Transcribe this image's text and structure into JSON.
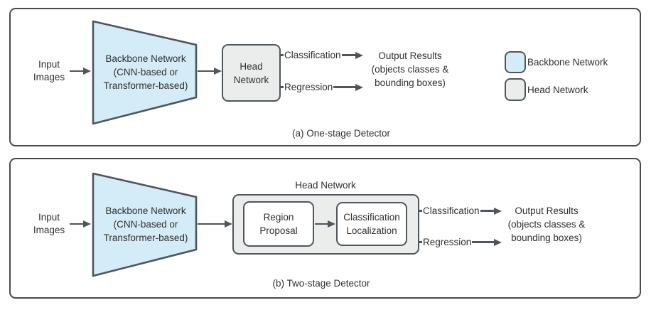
{
  "colors": {
    "backbone_fill": "#d4ecf8",
    "head_fill": "#ebecec",
    "shape_stroke": "#4f565c",
    "panel_stroke": "#4a4a4a",
    "text": "#2f2f2f"
  },
  "panel_a": {
    "caption": "(a) One-stage Detector",
    "input_label": "Input\nImages",
    "backbone_label": "Backbone Network\n(CNN-based or\nTransformer-based)",
    "head_label": "Head\nNetwork",
    "classification_label": "Classification",
    "regression_label": "Regression",
    "output_label": "Output Results\n(objects classes &\nbounding boxes)"
  },
  "legend": {
    "items": [
      {
        "label": "Backbone Network"
      },
      {
        "label": "Head Network"
      }
    ]
  },
  "panel_b": {
    "caption": "(b) Two-stage Detector",
    "input_label": "Input\nImages",
    "backbone_label": "Backbone Network\n(CNN-based or\nTransformer-based)",
    "head_title": "Head Network",
    "region_proposal_label": "Region\nProposal",
    "classification_localization_label": "Classification\nLocalization",
    "classification_label": "Classification",
    "regression_label": "Regression",
    "output_label": "Output Results\n(objects classes &\nbounding boxes)"
  }
}
